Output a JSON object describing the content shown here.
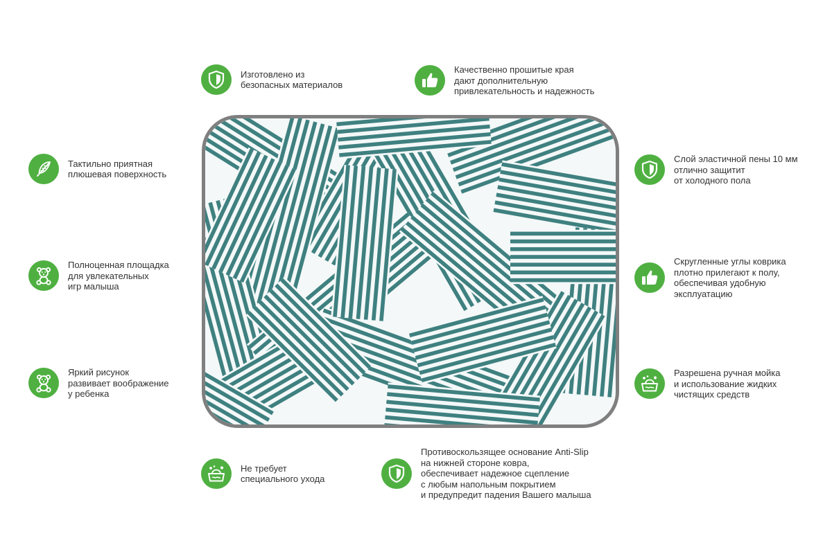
{
  "accent_color": "#4fb041",
  "mat": {
    "pattern_color": "#3f8080",
    "background_color": "#f4f8f8",
    "border_color": "#7f7f7f"
  },
  "features": {
    "safe_materials": {
      "icon": "shield-icon",
      "text": "Изготовлено из\nбезопасных материалов"
    },
    "stitched_edges": {
      "icon": "thumbs-up-icon",
      "text": "Качественно прошитые края\nдают дополнительную\nпривлекательность и надежность"
    },
    "plush_surface": {
      "icon": "feather-icon",
      "text": "Тактильно приятная\nплюшевая поверхность"
    },
    "foam_layer": {
      "icon": "shield-icon",
      "text": "Слой эластичной пены 10 мм\nотлично защитит\nот холодного пола"
    },
    "play_area": {
      "icon": "teddy-bear-icon",
      "text": "Полноценная площадка\nдля увлекательных\nигр малыша"
    },
    "rounded_corners": {
      "icon": "thumbs-up-icon",
      "text": "Скругленные углы коврика\nплотно прилегают к полу,\nобеспечивая удобную\nэксплуатацию"
    },
    "bright_pattern": {
      "icon": "teddy-bear-icon",
      "text": "Яркий рисунок\nразвивает воображение\nу ребенка"
    },
    "hand_wash": {
      "icon": "wash-basin-icon",
      "text": "Разрешена ручная мойка\nи использование жидких\nчистящих средств"
    },
    "no_special_care": {
      "icon": "wash-basin-icon",
      "text": "Не требует\nспециального ухода"
    },
    "anti_slip": {
      "icon": "shield-icon",
      "text": "Противоскользящее основание Anti-Slip\nна нижней стороне ковра,\nобеспечивает надежное сцепление\nс любым напольным покрытием\nи предупредит падения Вашего малыша"
    }
  }
}
